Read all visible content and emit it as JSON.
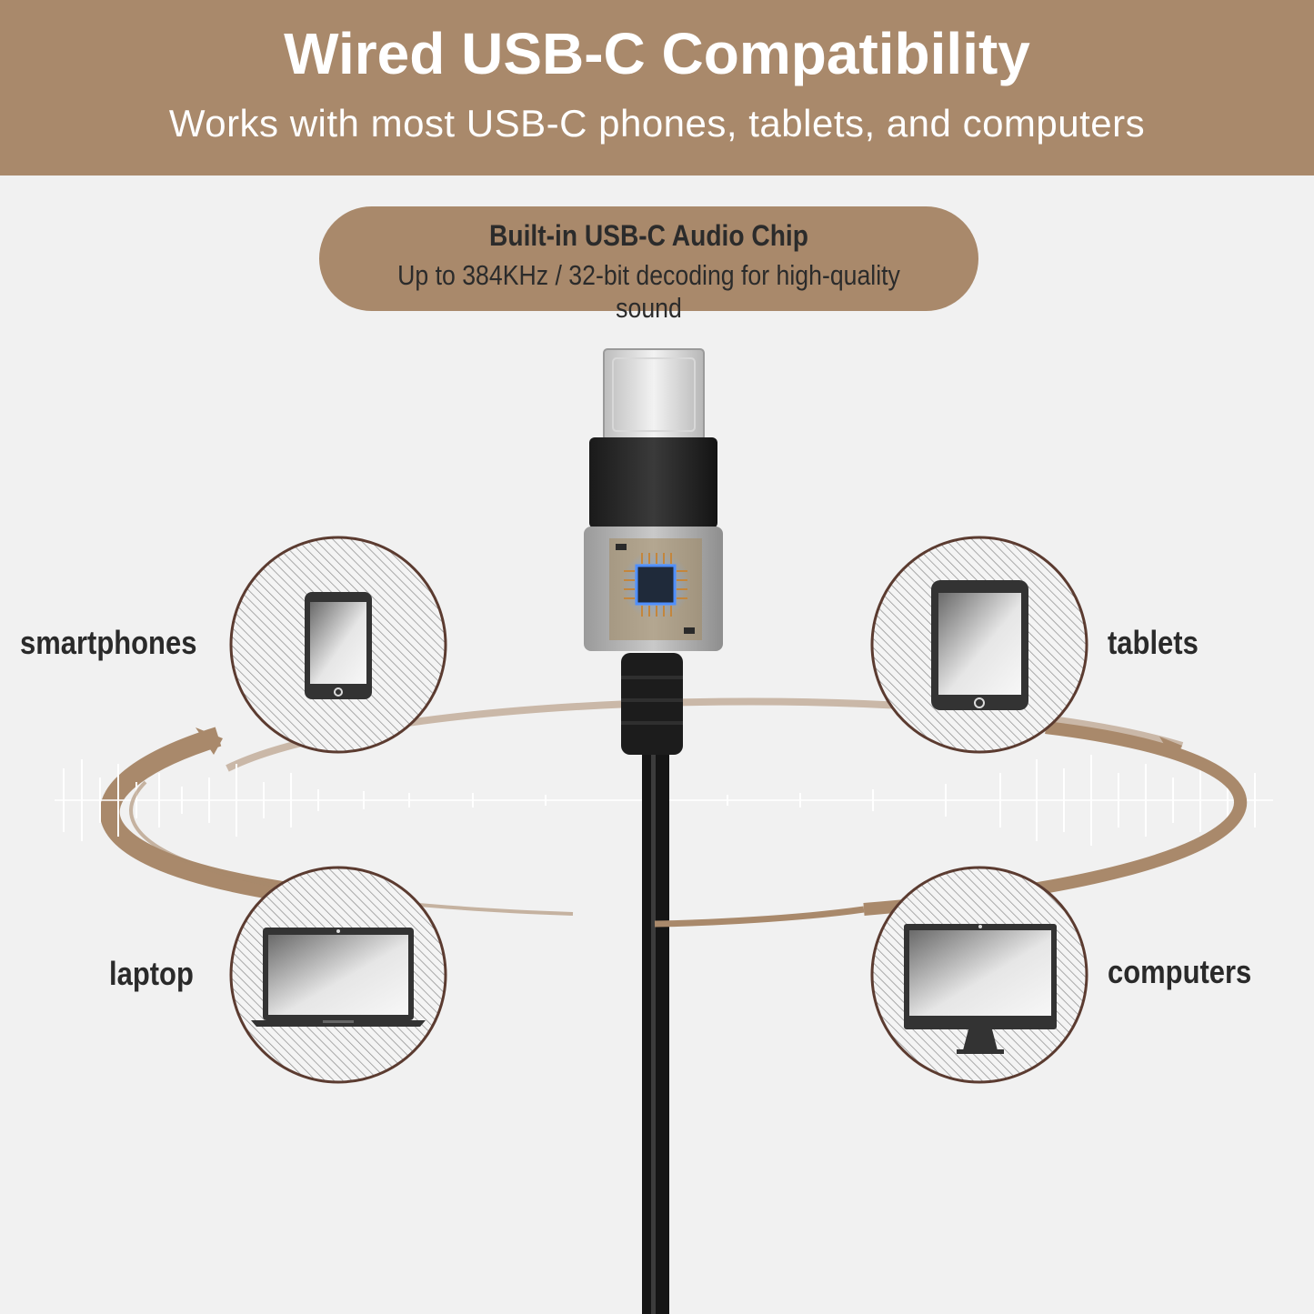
{
  "header": {
    "title": "Wired USB-C Compatibility",
    "subtitle": "Works with most USB-C phones, tablets, and computers"
  },
  "chip_badge": {
    "title": "Built-in USB-C Audio Chip",
    "description": "Up to 384KHz / 32-bit decoding for high-quality sound"
  },
  "devices": [
    {
      "label": "smartphones",
      "icon": "smartphone-icon"
    },
    {
      "label": "tablets",
      "icon": "tablet-icon"
    },
    {
      "label": "laptop",
      "icon": "laptop-icon"
    },
    {
      "label": "computers",
      "icon": "monitor-icon"
    }
  ],
  "colors": {
    "accent": "#a9896b",
    "background": "#f1f1f1",
    "text_dark": "#2a2a2a",
    "circle_border": "#5b3b30"
  }
}
